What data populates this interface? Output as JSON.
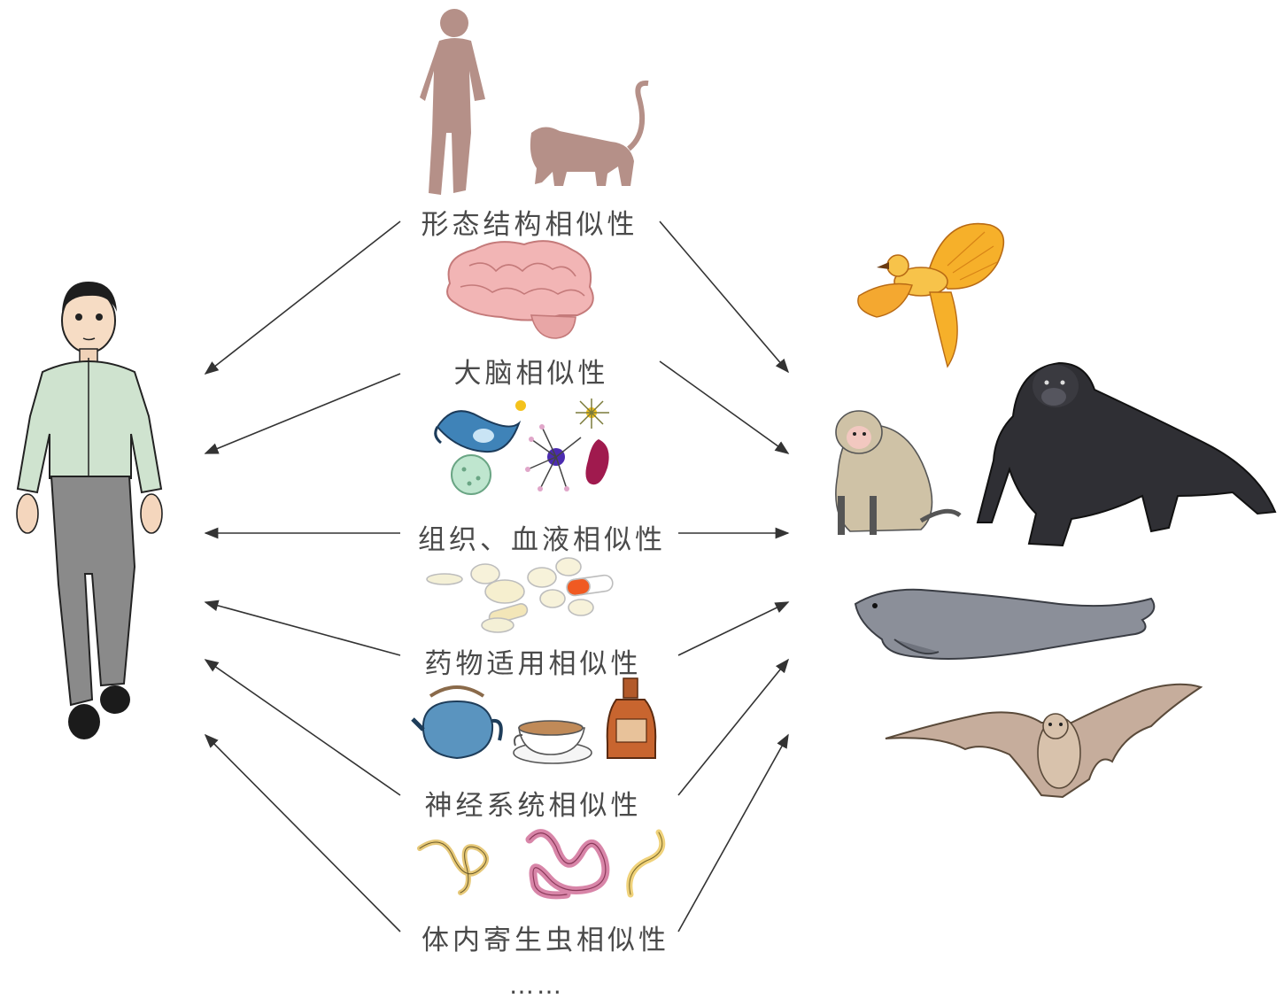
{
  "similarities": [
    {
      "label": "形态结构相似性",
      "icon": "silhouette-human-monkey-icon"
    },
    {
      "label": "大脑相似性",
      "icon": "brain-icon"
    },
    {
      "label": "组织、血液相似性",
      "icon": "cells-microbes-icon"
    },
    {
      "label": "药物适用相似性",
      "icon": "pills-icon"
    },
    {
      "label": "神经系统相似性",
      "icon": "teapot-coffee-liquor-icon"
    },
    {
      "label": "体内寄生虫相似性",
      "icon": "parasite-worms-icon"
    }
  ],
  "ellipsis": "……",
  "subjects": {
    "left": "human-figure-icon",
    "right": [
      "bird-icon",
      "monkey-icon",
      "gorilla-icon",
      "seal-icon",
      "bat-icon"
    ]
  },
  "colors": {
    "text": "#4a4a4a",
    "arrow": "#333333",
    "silhouette": "#b59088"
  }
}
